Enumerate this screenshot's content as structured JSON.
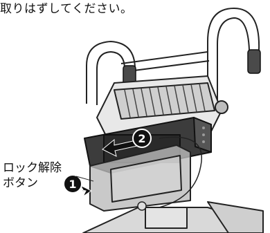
{
  "caption_top": "取りはずしてください。",
  "lock_release_label": [
    "ロック解除",
    "ボタン"
  ],
  "steps": [
    {
      "number": "1"
    },
    {
      "number": "2"
    }
  ]
}
